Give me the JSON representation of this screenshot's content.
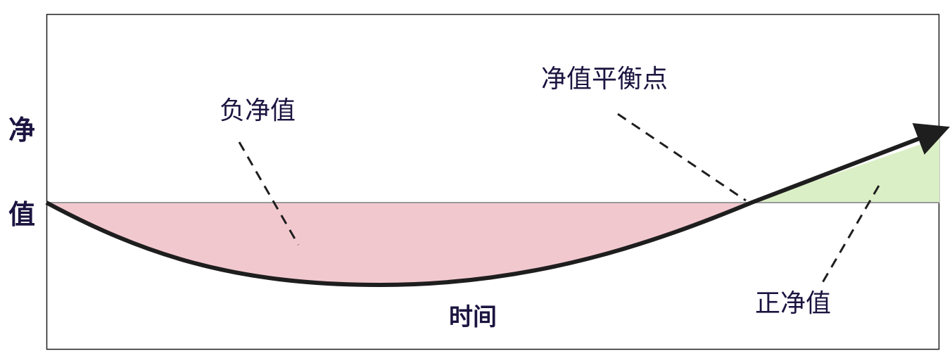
{
  "diagram": {
    "y_axis_label_chars": [
      "净",
      "值"
    ],
    "x_axis_label": "时间",
    "annotations": {
      "negative": "负净值",
      "breakeven": "净值平衡点",
      "positive": "正净值"
    },
    "colors": {
      "negative_fill": "#f2c8cf",
      "positive_fill": "#dbefc6",
      "curve": "#1e1e1e",
      "baseline": "#9a9a9a",
      "frame": "#1e1e1e",
      "text": "#1c1440"
    }
  }
}
